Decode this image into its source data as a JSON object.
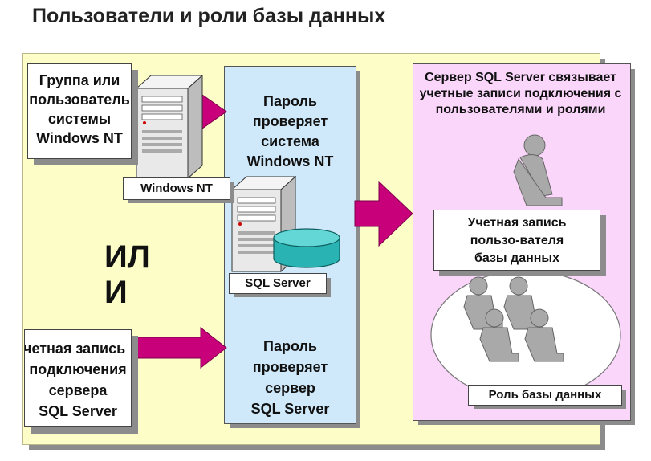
{
  "title": "Пользователи и роли базы данных",
  "left_top_box": {
    "lines": [
      "Группа или",
      "пользователь",
      "системы",
      "Windows NT"
    ]
  },
  "windows_nt_label": "Windows NT",
  "or_text": [
    "ИЛ",
    "И"
  ],
  "left_bottom_box": {
    "lines": [
      "Учетная запись",
      "подключения",
      "сервера",
      "SQL Server"
    ]
  },
  "middle_top_text": {
    "lines": [
      "Пароль",
      "проверяет",
      "система",
      "Windows NT"
    ]
  },
  "sql_server_label": "SQL Server",
  "middle_bottom_text": {
    "lines": [
      "Пароль",
      "проверяет",
      "сервер",
      "SQL Server"
    ]
  },
  "right_header": {
    "lines": [
      "Сервер SQL Server связывает",
      "учетные записи подключения с",
      "пользователями и ролями"
    ]
  },
  "user_account_box": {
    "lines": [
      "Учетная запись",
      "пользо-вателя",
      "базы данных"
    ]
  },
  "role_label": "Роль базы данных",
  "colors": {
    "yellow_panel": "#fdfdc8",
    "blue_panel": "#cfe9fa",
    "pink_panel": "#fbd6fb",
    "arrow": "#c8007a",
    "database": "#2ab3b3",
    "server": "#e8e8e8"
  }
}
